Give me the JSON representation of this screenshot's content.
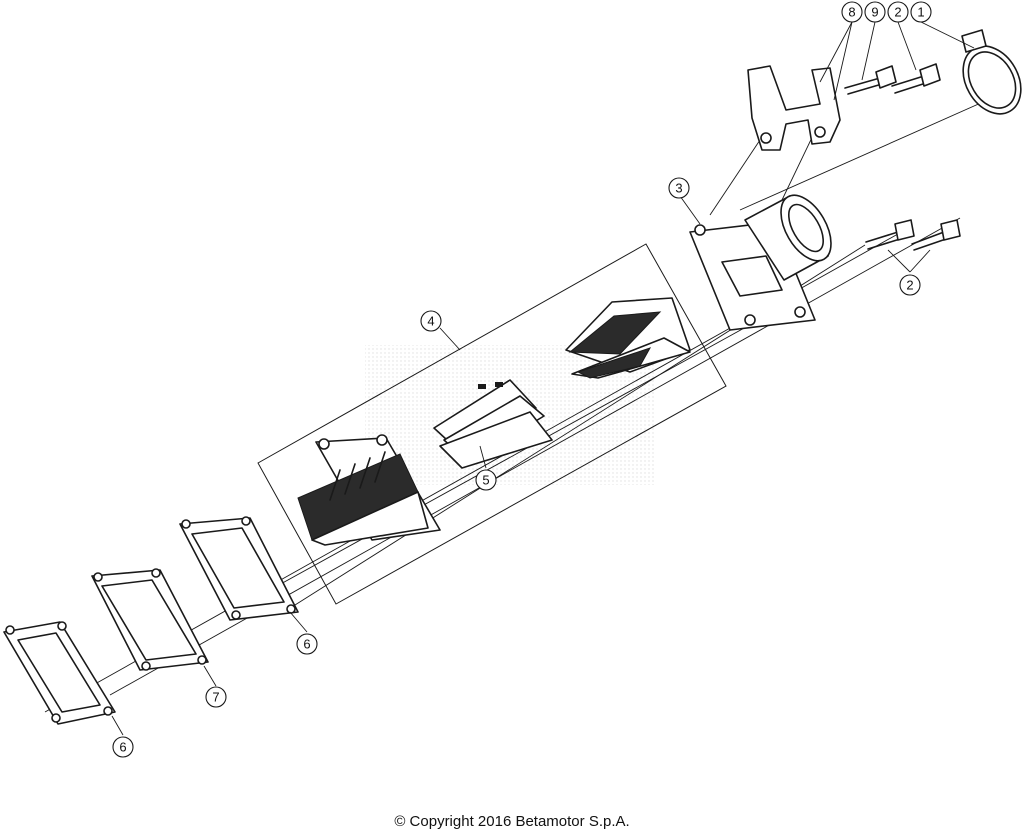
{
  "callouts": [
    {
      "label": "8"
    },
    {
      "label": "9"
    },
    {
      "label": "2"
    },
    {
      "label": "1"
    },
    {
      "label": "3"
    },
    {
      "label": "2"
    },
    {
      "label": "4"
    },
    {
      "label": "5"
    },
    {
      "label": "6"
    },
    {
      "label": "7"
    },
    {
      "label": "6"
    }
  ],
  "footer": {
    "copyright": "© Copyright 2016 Betamotor S.p.A."
  }
}
